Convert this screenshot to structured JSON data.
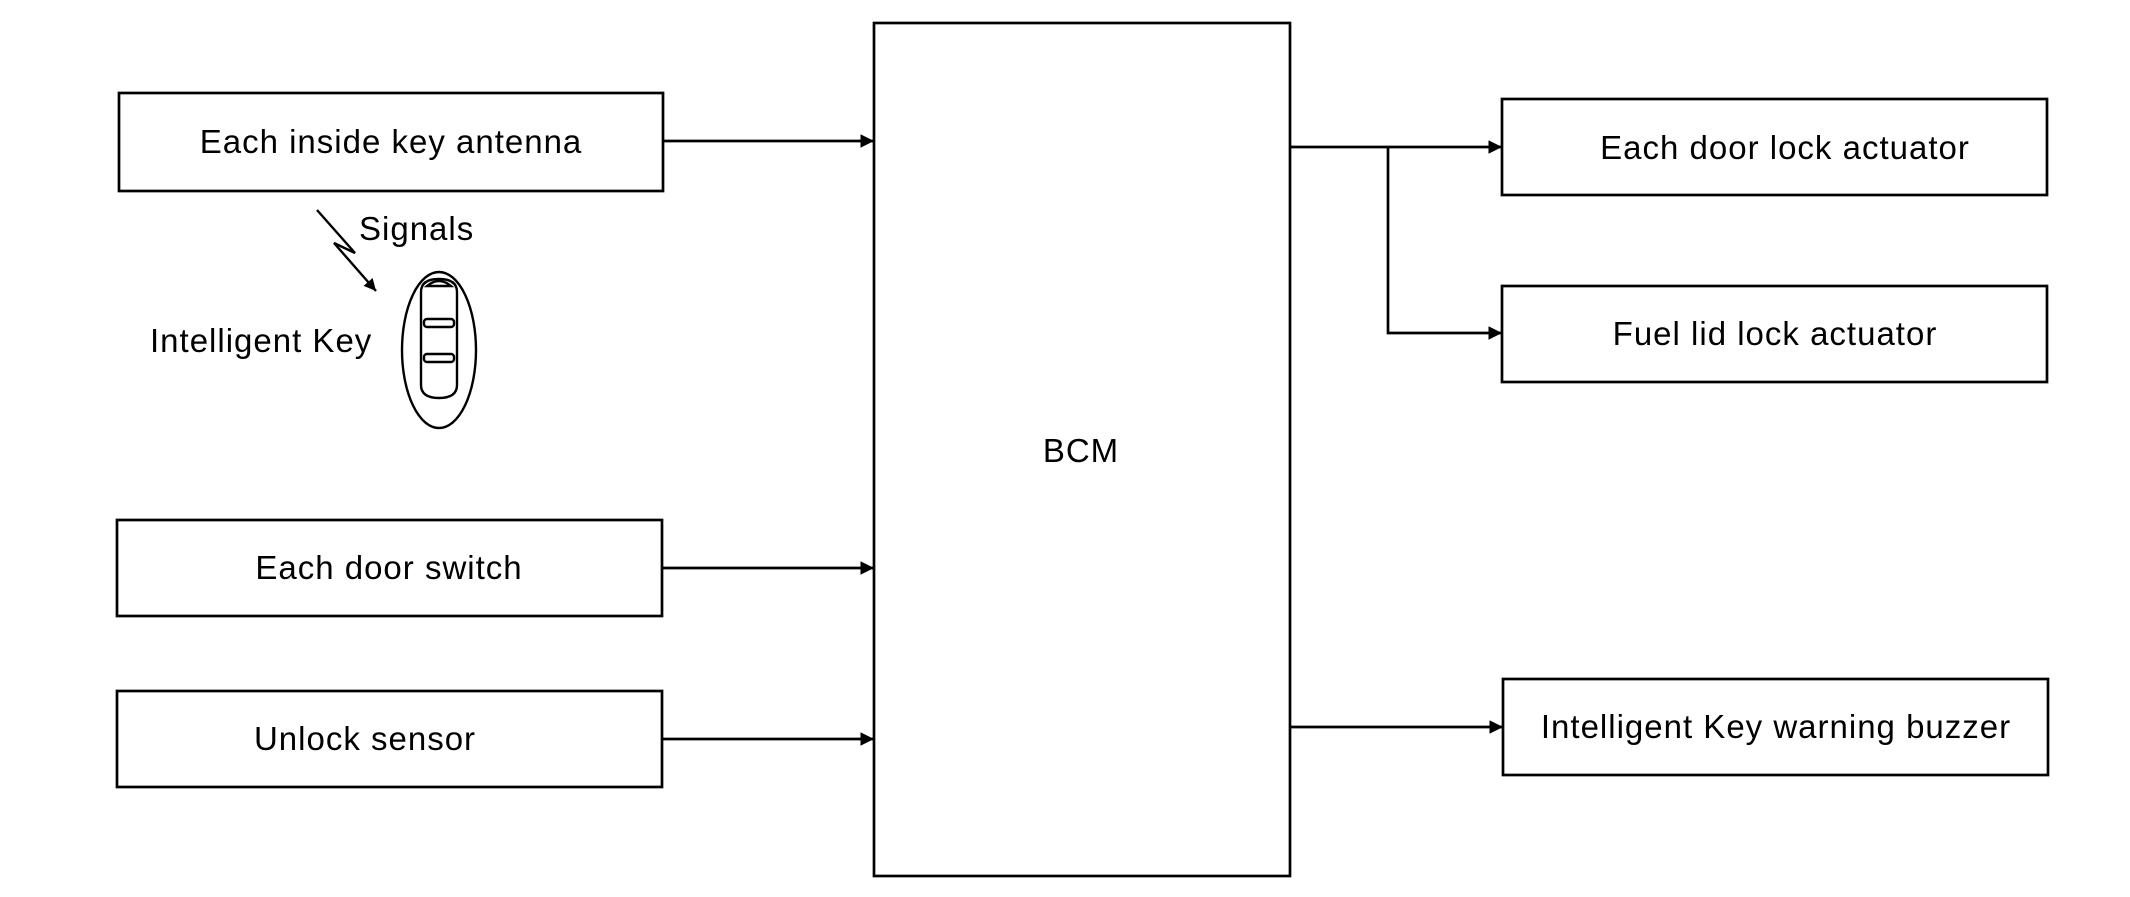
{
  "bcm": {
    "label": "BCM"
  },
  "inputs": {
    "antenna": "Each inside key antenna",
    "door_switch": "Each door switch",
    "unlock_sensor": "Unlock sensor"
  },
  "outputs": {
    "door_lock": "Each door lock actuator",
    "fuel_lid": "Fuel lid lock actuator",
    "buzzer": "Intelligent Key warning buzzer"
  },
  "wireless": {
    "signals": "Signals",
    "key_label": "Intelligent Key"
  }
}
